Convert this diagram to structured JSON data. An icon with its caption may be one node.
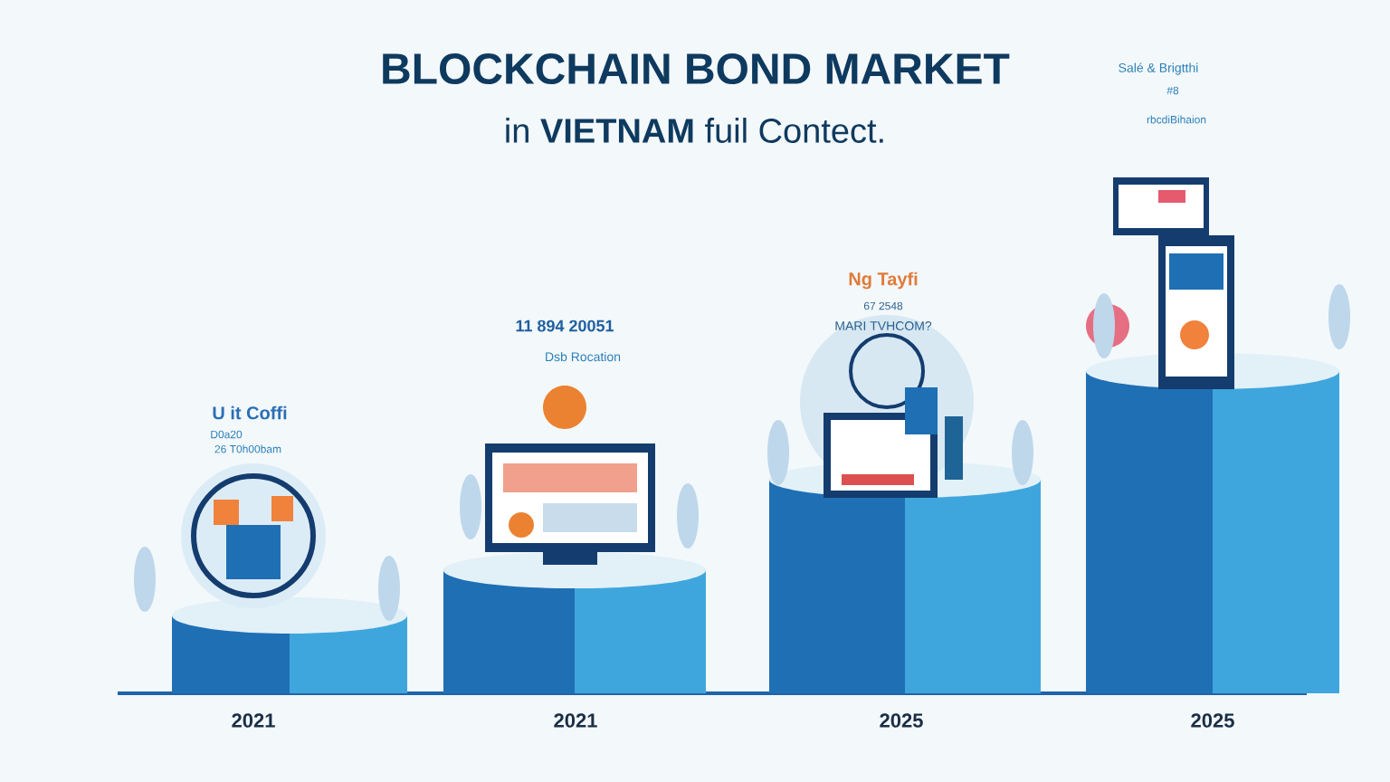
{
  "diagram": {
    "title": "BLOCKCHAIN BOND MARKET",
    "labels": [
      "in **VIETNAM** fuil Contect.",
      "Salé & Brigtthi",
      "#8",
      "rbcdiBihaion",
      "Ng Tayfi",
      "67 2548",
      "MARI TVHCOM?",
      "11 894 20051",
      "Dsb Rocation",
      "U it Coffi",
      "D0a20",
      "26 T0h00bam",
      "2021",
      "2021",
      "2025",
      "2025"
    ]
  }
}
